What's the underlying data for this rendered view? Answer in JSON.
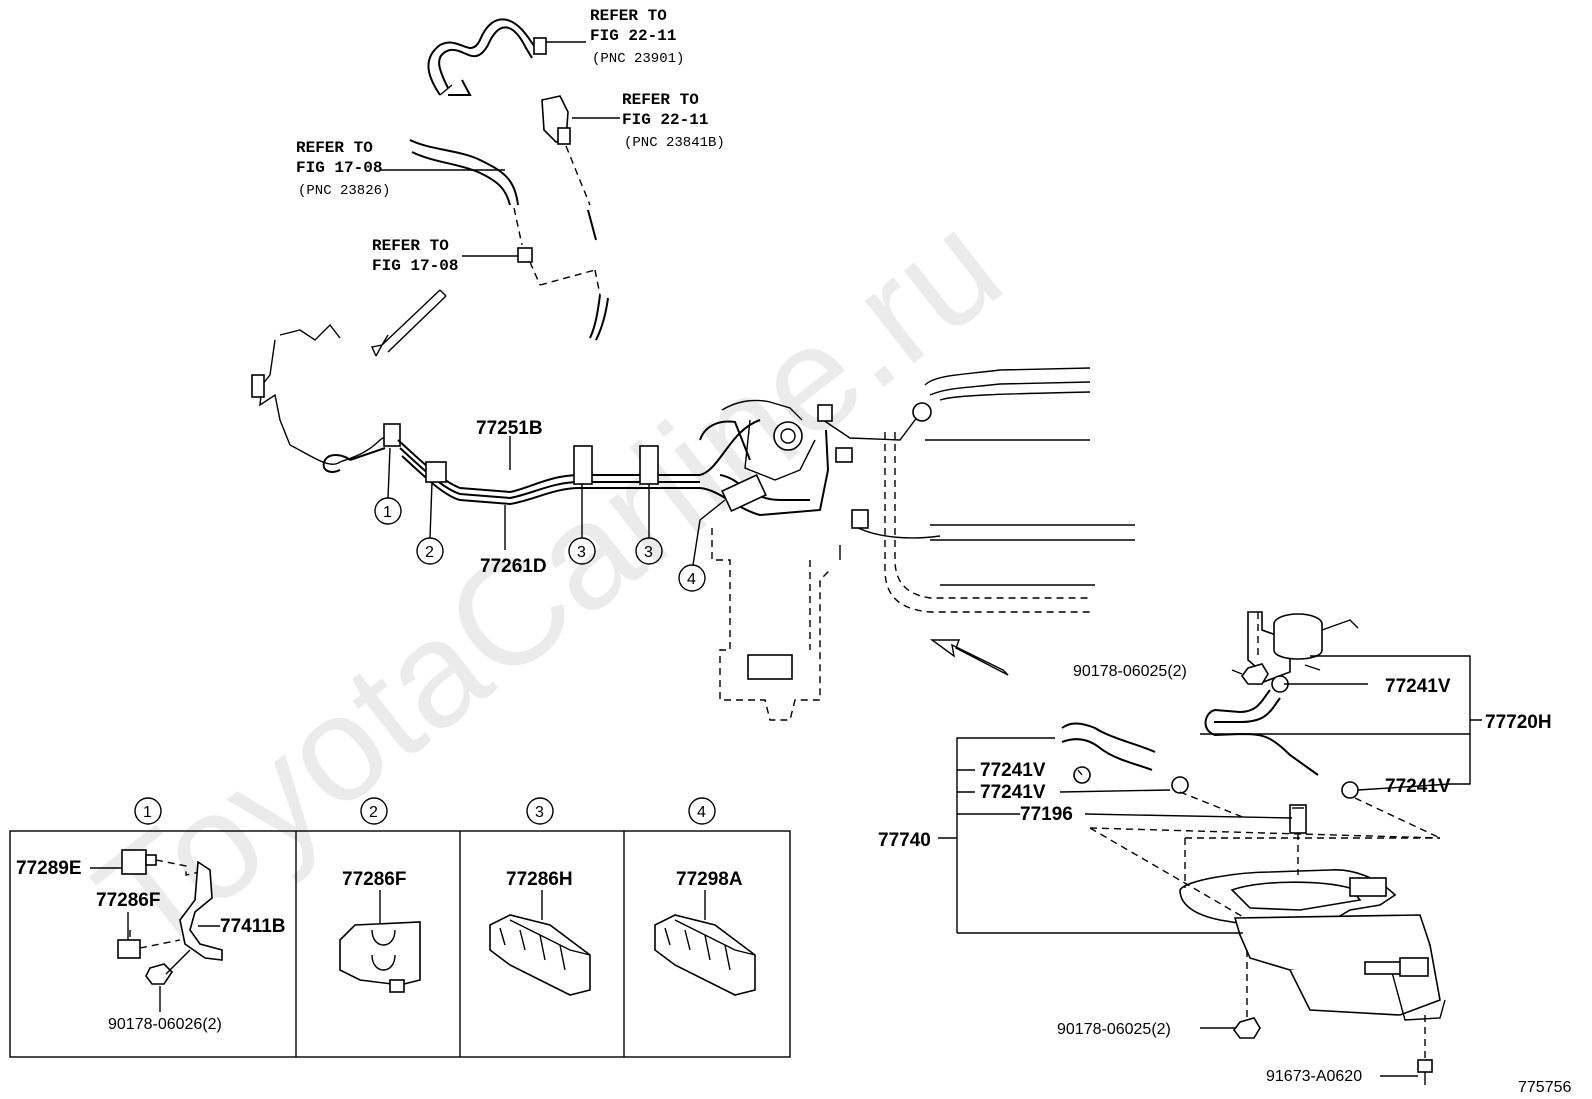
{
  "refs": [
    {
      "line1": "REFER TO",
      "line2": "FIG 22-11",
      "line3": "(PNC 23901)"
    },
    {
      "line1": "REFER TO",
      "line2": "FIG 22-11",
      "line3": "(PNC 23841B)"
    },
    {
      "line1": "REFER TO",
      "line2": "FIG 17-08",
      "line3": "(PNC 23826)"
    },
    {
      "line1": "REFER TO",
      "line2": "FIG 17-08"
    }
  ],
  "main_labels": {
    "tube_upper": "77251B",
    "tube_lower": "77261D",
    "c1": "1",
    "c2": "2",
    "c3a": "3",
    "c3b": "3",
    "c4": "4"
  },
  "canister": {
    "bolt_top": "90178-06025(2)",
    "clip_a": "77241V",
    "assembly": "77720H",
    "clip_b": "77241V",
    "clip_c": "77241V",
    "clip_d": "77241V",
    "valve": "77196",
    "canister_asm": "77740",
    "bolt_bottom": "90178-06025(2)",
    "stud": "91673-A0620"
  },
  "detail_table": {
    "headers": [
      "1",
      "2",
      "3",
      "4"
    ],
    "cell1": {
      "a": "77289E",
      "b": "77286F",
      "c": "77411B",
      "d": "90178-06026(2)"
    },
    "cell2": {
      "a": "77286F"
    },
    "cell3": {
      "a": "77286H"
    },
    "cell4": {
      "a": "77298A"
    }
  },
  "figure_number": "775756",
  "watermark": "ToyotaCarline.ru"
}
